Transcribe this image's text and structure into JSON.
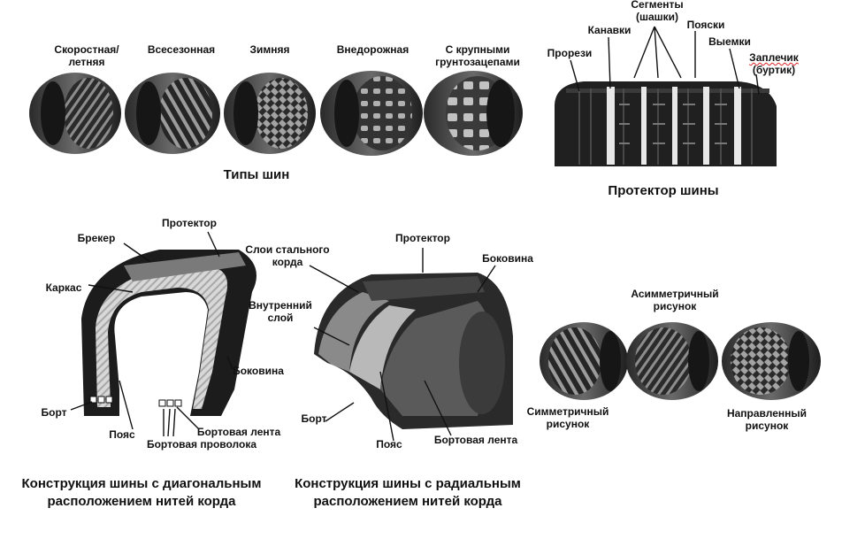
{
  "tire_types": {
    "caption": "Типы шин",
    "items": [
      {
        "label_1": "Скоростная/",
        "label_2": "летняя"
      },
      {
        "label_1": "Всесезонная",
        "label_2": ""
      },
      {
        "label_1": "Зимняя",
        "label_2": ""
      },
      {
        "label_1": "Внедорожная",
        "label_2": ""
      },
      {
        "label_1": "С крупными",
        "label_2": "грунтозацепами"
      }
    ]
  },
  "tread": {
    "caption": "Протектор шины",
    "labels": {
      "sipes": "Прорези",
      "grooves": "Канавки",
      "segments_1": "Сегменты",
      "segments_2": "(шашки)",
      "ribs": "Пояски",
      "notches": "Выемки",
      "shoulder_1": "Заплечик",
      "shoulder_2": "(буртик)"
    }
  },
  "diagonal": {
    "caption_1": "Конструкция шины с диагональным",
    "caption_2": "расположением нитей корда",
    "labels": {
      "tread": "Протектор",
      "breaker": "Брекер",
      "carcass": "Каркас",
      "sidewall": "Боковина",
      "bead": "Борт",
      "belt": "Пояс",
      "bead_tape": "Бортовая лента",
      "bead_wire": "Бортовая проволока"
    }
  },
  "radial": {
    "caption_1": "Конструкция шины с радиальным",
    "caption_2": "расположением нитей корда",
    "labels": {
      "tread": "Протектор",
      "steel_1": "Слои стального",
      "steel_2": "корда",
      "sidewall": "Боковина",
      "inner_1": "Внутренний",
      "inner_2": "слой",
      "bead": "Борт",
      "belt": "Пояс",
      "bead_tape": "Бортовая лента"
    }
  },
  "patterns": {
    "asym_1": "Асимметричный",
    "asym_2": "рисунок",
    "sym_1": "Симметричный",
    "sym_2": "рисунок",
    "dir_1": "Направленный",
    "dir_2": "рисунок"
  },
  "colors": {
    "ink": "#111111",
    "tire_dark": "#1c1c1c",
    "tire_mid": "#555555",
    "tire_light": "#9a9a9a"
  }
}
